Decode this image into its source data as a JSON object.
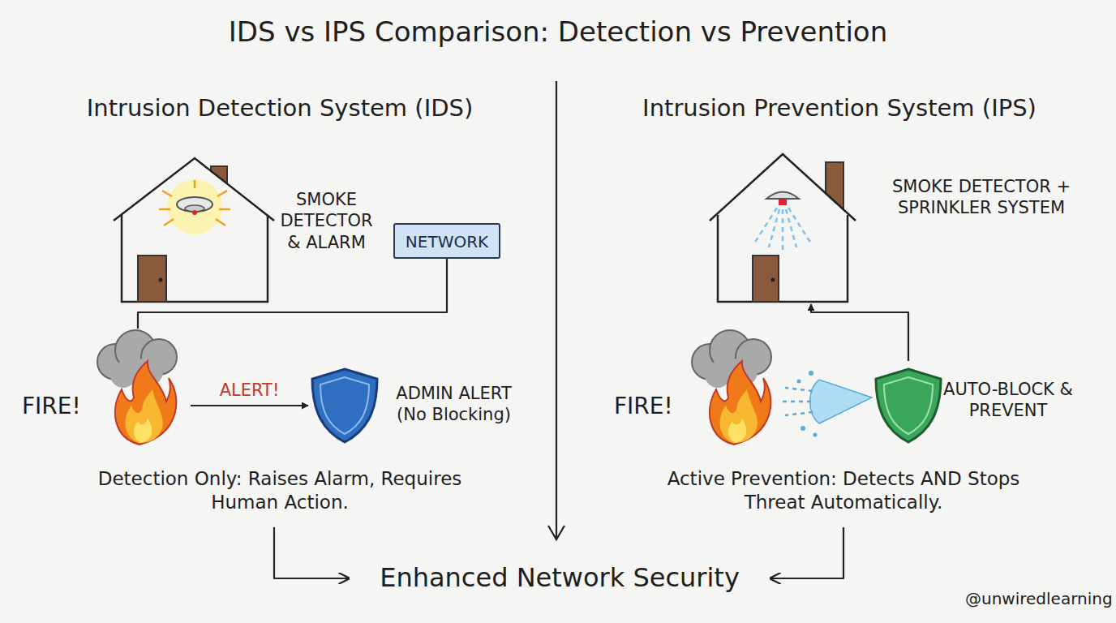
{
  "diagram": {
    "title": "IDS vs IPS Comparison: Detection vs Prevention",
    "nodes": [
      {
        "text": [
          "SMOKE DETECTOR & ALARM"
        ]
      },
      {
        "text": [
          "NETWORK"
        ]
      },
      {
        "text": [
          "FIRE!"
        ]
      },
      {
        "text": [
          "ADMIN ALERT (No Blocking)"
        ]
      },
      {
        "text": [
          "Detection Only: Raises Alarm, Requires Human Action."
        ]
      },
      {
        "text": [
          "SMOKE DETECTOR + SPRINKLER SYSTEM"
        ]
      },
      {
        "text": [
          "FIRE!"
        ]
      },
      {
        "text": [
          "AUTO-BLOCK & PREVENT"
        ]
      },
      {
        "text": [
          "Active Prevention: Detects AND Stops Threat Automatically."
        ]
      },
      {
        "text": [
          "Enhanced Network Security"
        ]
      }
    ],
    "edges": [
      {
        "from": 1,
        "to": 2,
        "arrow": "none"
      },
      {
        "from": 2,
        "to": 3,
        "label": "ALERT!",
        "arrow": "to"
      },
      {
        "from": 4,
        "to": 9,
        "arrow": "to"
      },
      {
        "from": 8,
        "to": 9,
        "arrow": "to"
      },
      {
        "from": 7,
        "to": 5,
        "arrow": "to"
      }
    ],
    "labels": [
      "Intrusion Detection System (IDS)",
      "Intrusion Prevention System (IPS)",
      "@unwiredlearning"
    ]
  }
}
